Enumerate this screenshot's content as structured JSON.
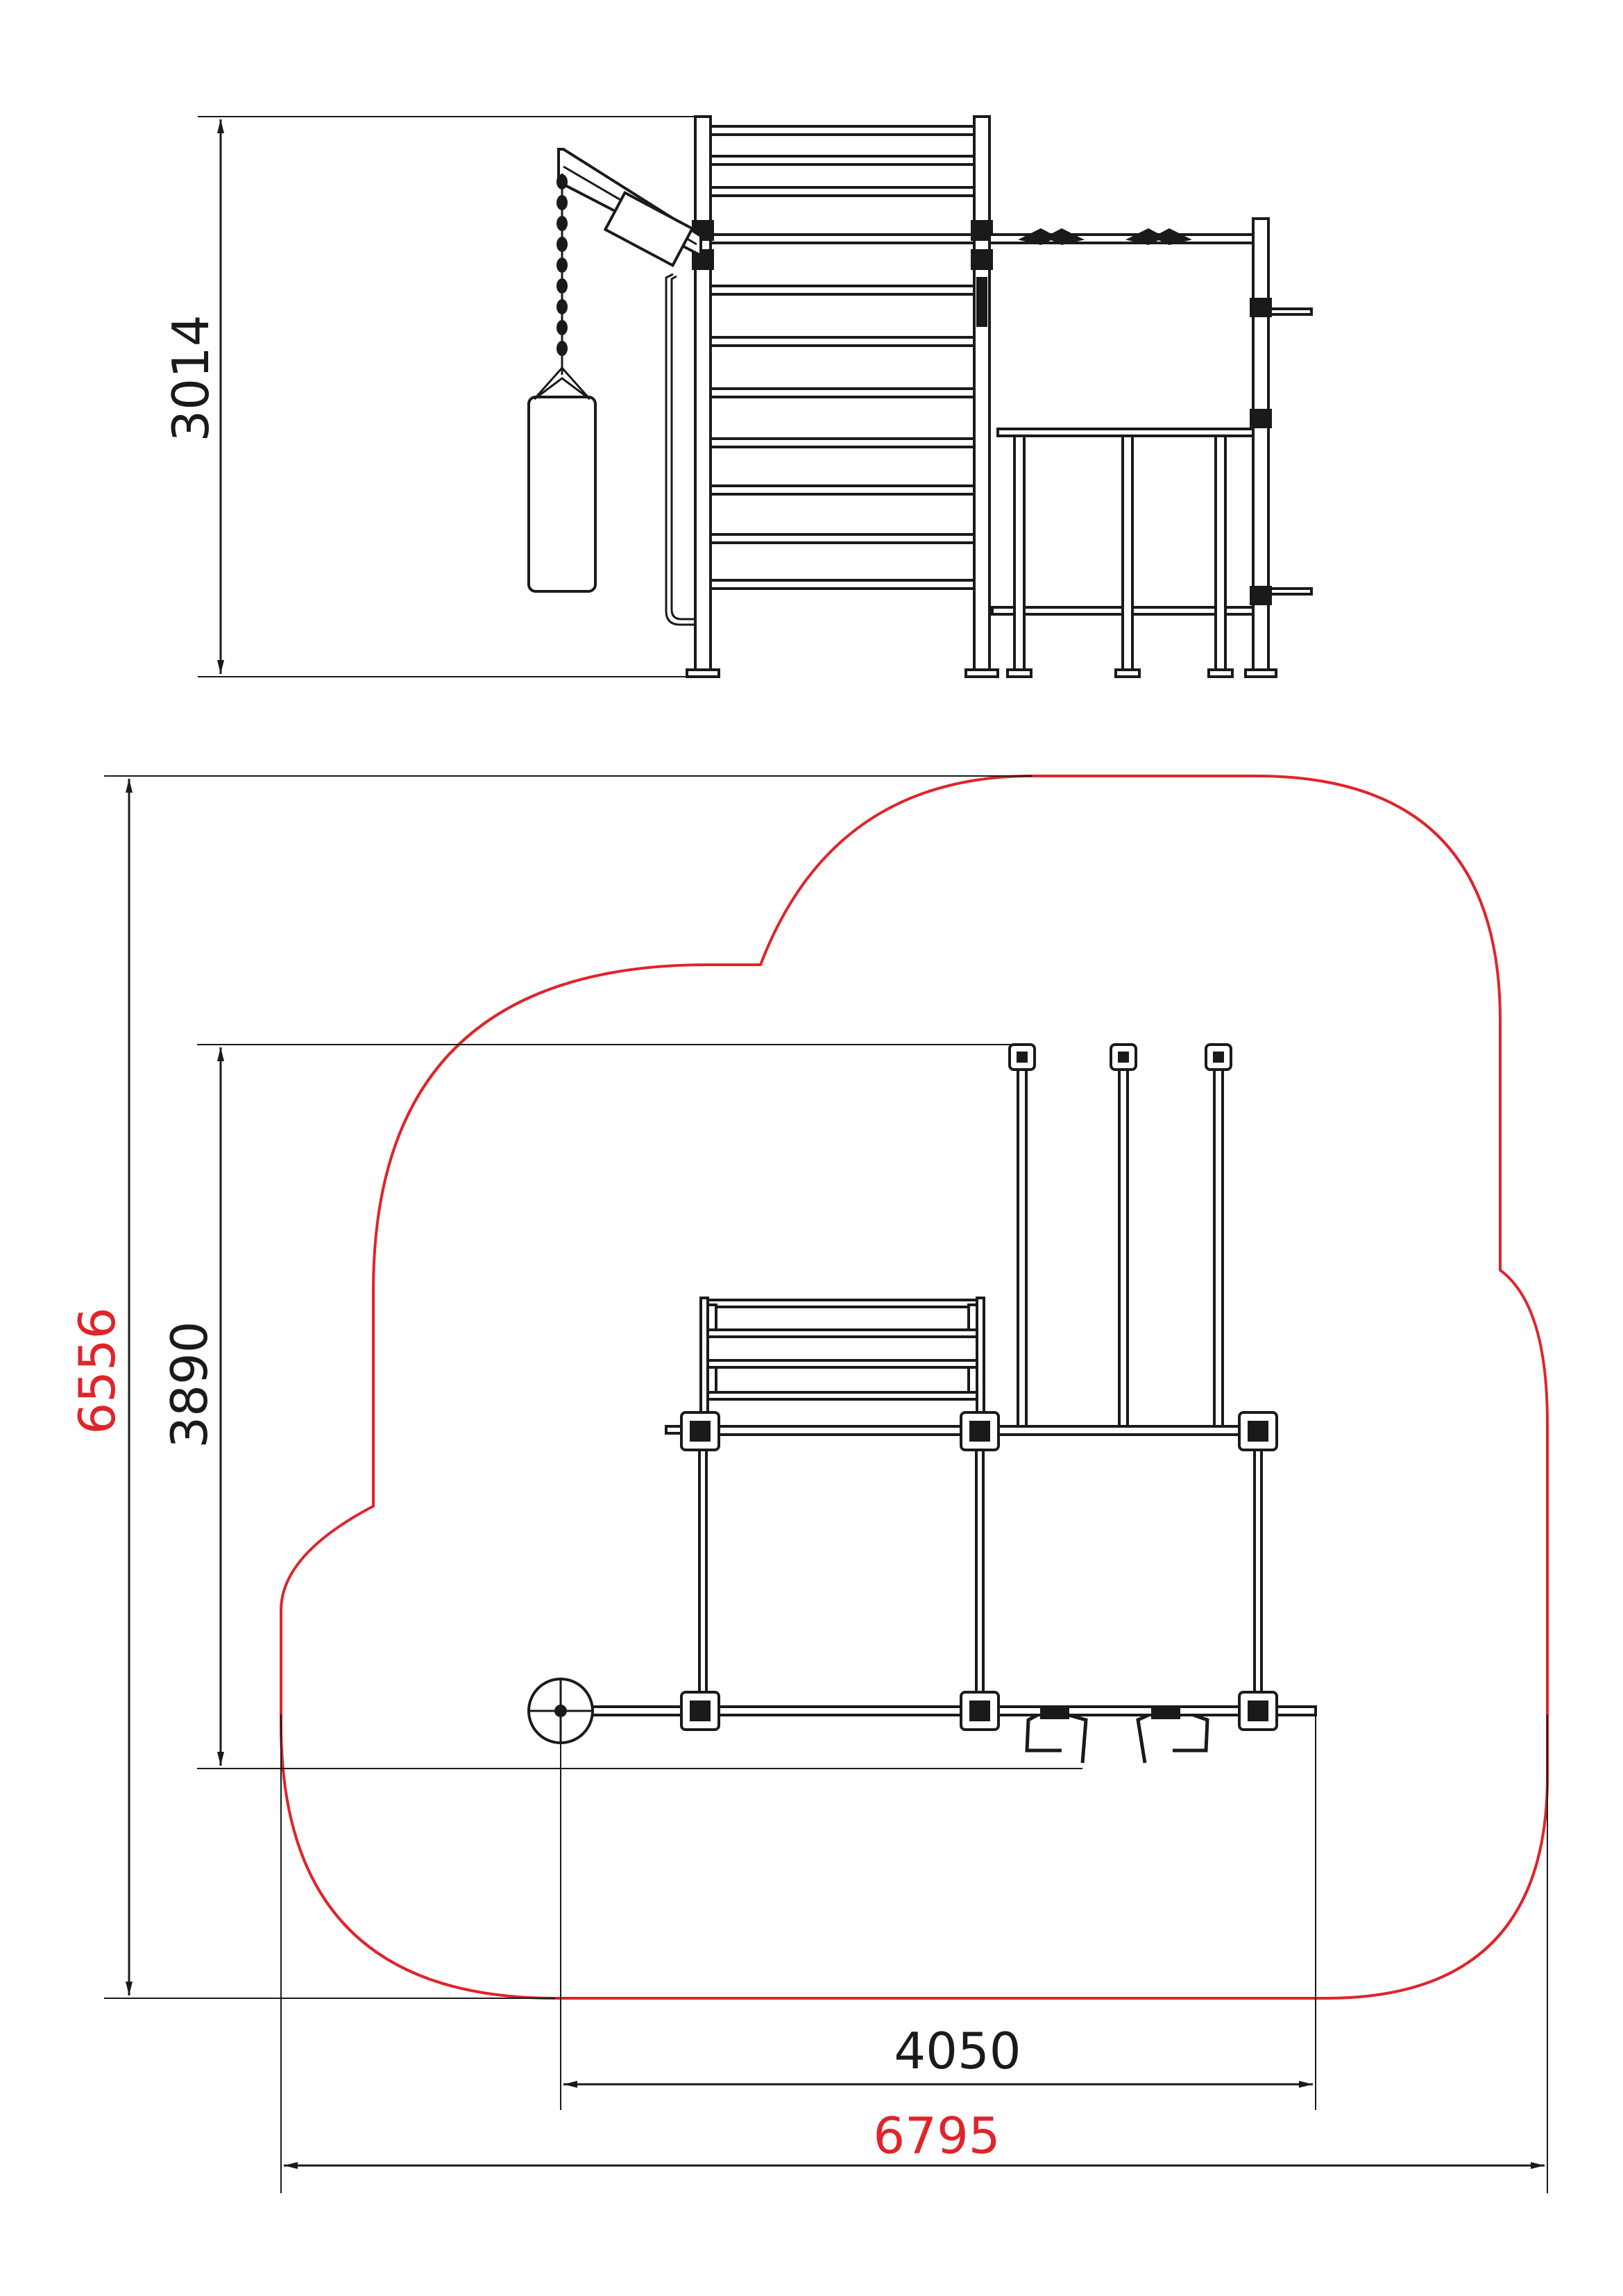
{
  "colors": {
    "line": "#1a1a1a",
    "safety_zone": "#e0242b",
    "background": "#ffffff"
  },
  "side_view": {
    "height_label": "3014"
  },
  "plan_view": {
    "equipment_depth_label": "3890",
    "equipment_width_label": "4050",
    "zone_depth_label": "6556",
    "zone_width_label": "6795"
  }
}
